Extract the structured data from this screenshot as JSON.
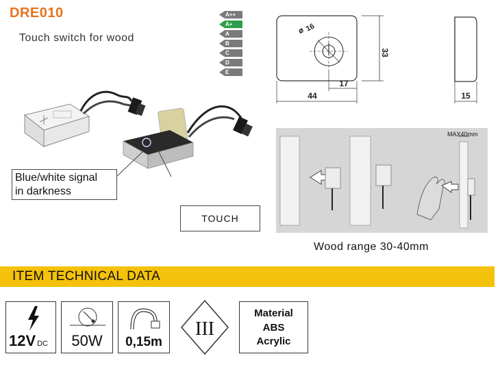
{
  "product": {
    "code": "DRE010",
    "name": "Touch switch for wood"
  },
  "energy_classes": [
    {
      "label": "A++",
      "color": "#7a7a7a"
    },
    {
      "label": "A+",
      "color": "#2e9e4a"
    },
    {
      "label": "A",
      "color": "#7a7a7a"
    },
    {
      "label": "B",
      "color": "#7a7a7a"
    },
    {
      "label": "C",
      "color": "#7a7a7a"
    },
    {
      "label": "D",
      "color": "#7a7a7a"
    },
    {
      "label": "E",
      "color": "#7a7a7a"
    }
  ],
  "dimensions": {
    "diameter": "16",
    "height": "33",
    "width": "44",
    "offset": "17",
    "depth": "15"
  },
  "callouts": {
    "signal": [
      "Blue/white signal",
      "in darkness"
    ],
    "touch": "TOUCH"
  },
  "install": {
    "max_label": "MAX40mm",
    "caption": "Wood range 30-40mm"
  },
  "section_title": "ITEM TECHNICAL DATA",
  "specs": {
    "voltage": {
      "value": "12V",
      "unit": "DC"
    },
    "power": "50W",
    "cable": "0,15m",
    "class": "III",
    "material": [
      "Material",
      "ABS",
      "Acrylic"
    ]
  },
  "colors": {
    "title": "#e8731f",
    "banner": "#f5c20b"
  }
}
